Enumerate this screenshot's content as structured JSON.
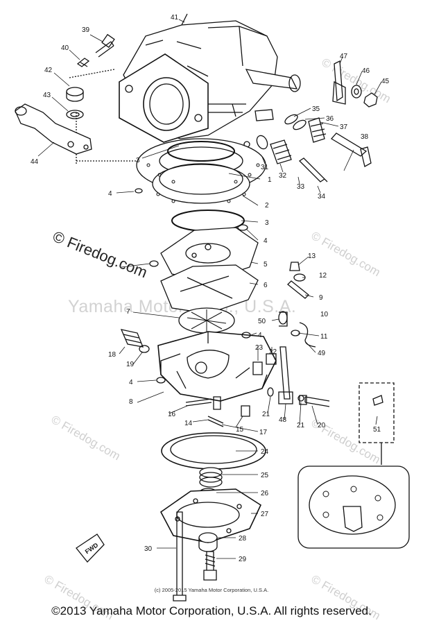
{
  "watermarks": {
    "main": "Yamaha Motor Corp., U.S.A.",
    "firedog": "© Firedog.com"
  },
  "footer": {
    "small": "(c) 2005-2015 Yamaha Motor Corporation, U.S.A.",
    "large": "©2013 Yamaha Motor Corporation, U.S.A. All rights reserved."
  },
  "fwd_label": "FWD",
  "callouts": [
    "1",
    "2",
    "3",
    "4",
    "5",
    "6",
    "7",
    "8",
    "9",
    "10",
    "11",
    "12",
    "13",
    "14",
    "15",
    "16",
    "17",
    "18",
    "19",
    "20",
    "21",
    "22",
    "23",
    "24",
    "25",
    "26",
    "27",
    "28",
    "29",
    "30",
    "31",
    "32",
    "33",
    "34",
    "35",
    "36",
    "37",
    "38",
    "39",
    "40",
    "41",
    "42",
    "43",
    "44",
    "45",
    "46",
    "47",
    "48",
    "49",
    "50",
    "51"
  ]
}
